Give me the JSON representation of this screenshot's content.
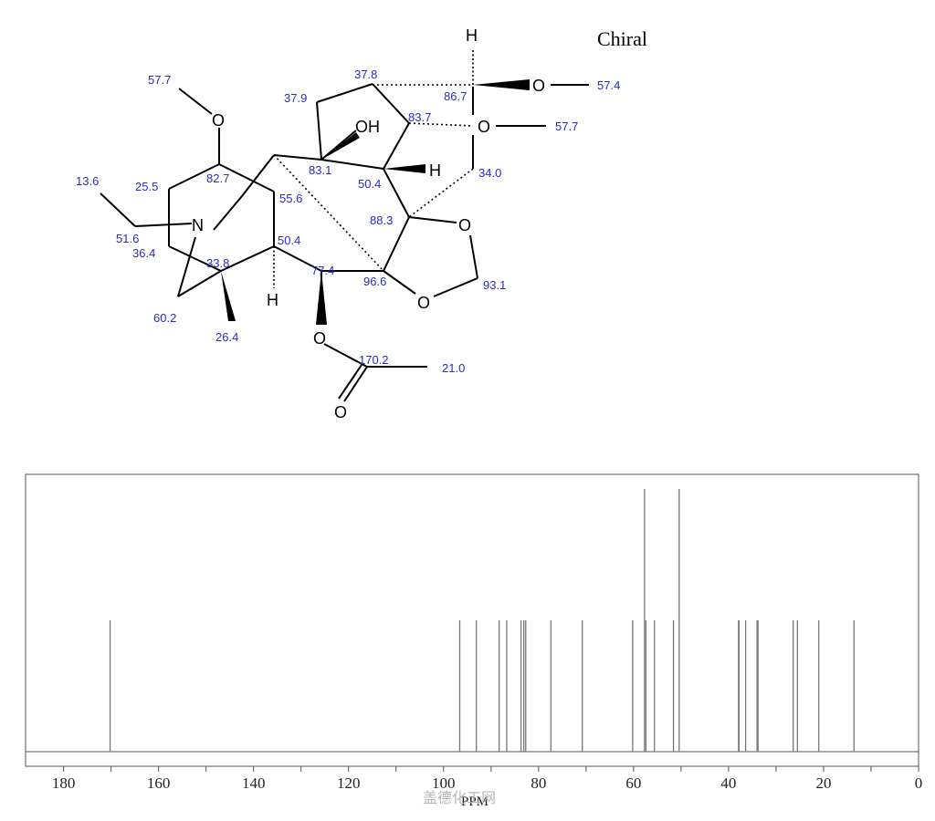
{
  "structure": {
    "chiral_label": "Chiral",
    "atom_labels": {
      "O_top_left": "O",
      "N": "N",
      "OH": "OH",
      "H_top": "H",
      "O_right_top": "O",
      "O_right_mid": "O",
      "H_mid": "H",
      "O_ring_right": "O",
      "O_ring_bottom": "O",
      "H_bottom": "H",
      "O_ester": "O",
      "O_carbonyl": "O"
    },
    "shifts": {
      "s57_7a": "57.7",
      "s13_6": "13.6",
      "s25_5": "25.5",
      "s82_7": "82.7",
      "s51_6": "51.6",
      "s36_4": "36.4",
      "s33_8": "33.8",
      "s60_2": "60.2",
      "s26_4": "26.4",
      "s55_6": "55.6",
      "s50_4a": "50.4",
      "s77_4": "77.4",
      "s37_9": "37.9",
      "s37_8": "37.8",
      "s86_7": "86.7",
      "s57_4": "57.4",
      "s83_7": "83.7",
      "s57_7b": "57.7",
      "s83_1": "83.1",
      "s50_4b": "50.4",
      "s34_0": "34.0",
      "s88_3": "88.3",
      "s96_6": "96.6",
      "s93_1": "93.1",
      "s170_2": "170.2",
      "s21_0": "21.0"
    }
  },
  "chart_data": {
    "type": "bar",
    "xlabel": "PPM",
    "xlim": [
      188,
      0
    ],
    "x_reversed": true,
    "ticks": [
      "180",
      "160",
      "140",
      "120",
      "100",
      "80",
      "60",
      "40",
      "20",
      "0"
    ],
    "y_reference_max": 1.0,
    "peaks": [
      {
        "ppm": 170.2,
        "intensity": 0.5
      },
      {
        "ppm": 96.6,
        "intensity": 0.5
      },
      {
        "ppm": 93.1,
        "intensity": 0.5
      },
      {
        "ppm": 88.3,
        "intensity": 0.5
      },
      {
        "ppm": 86.7,
        "intensity": 0.5
      },
      {
        "ppm": 83.7,
        "intensity": 0.5
      },
      {
        "ppm": 83.1,
        "intensity": 0.5
      },
      {
        "ppm": 82.7,
        "intensity": 0.5
      },
      {
        "ppm": 77.4,
        "intensity": 0.5
      },
      {
        "ppm": 70.8,
        "intensity": 0.5
      },
      {
        "ppm": 60.2,
        "intensity": 0.5
      },
      {
        "ppm": 57.7,
        "intensity": 1.0
      },
      {
        "ppm": 57.4,
        "intensity": 0.5
      },
      {
        "ppm": 55.6,
        "intensity": 0.5
      },
      {
        "ppm": 51.6,
        "intensity": 0.5
      },
      {
        "ppm": 50.4,
        "intensity": 1.0
      },
      {
        "ppm": 37.9,
        "intensity": 0.5
      },
      {
        "ppm": 37.8,
        "intensity": 0.5
      },
      {
        "ppm": 36.4,
        "intensity": 0.5
      },
      {
        "ppm": 34.0,
        "intensity": 0.5
      },
      {
        "ppm": 33.8,
        "intensity": 0.5
      },
      {
        "ppm": 26.4,
        "intensity": 0.5
      },
      {
        "ppm": 25.5,
        "intensity": 0.5
      },
      {
        "ppm": 21.0,
        "intensity": 0.5
      },
      {
        "ppm": 13.6,
        "intensity": 0.5
      }
    ]
  },
  "watermark": "盖德化工网"
}
